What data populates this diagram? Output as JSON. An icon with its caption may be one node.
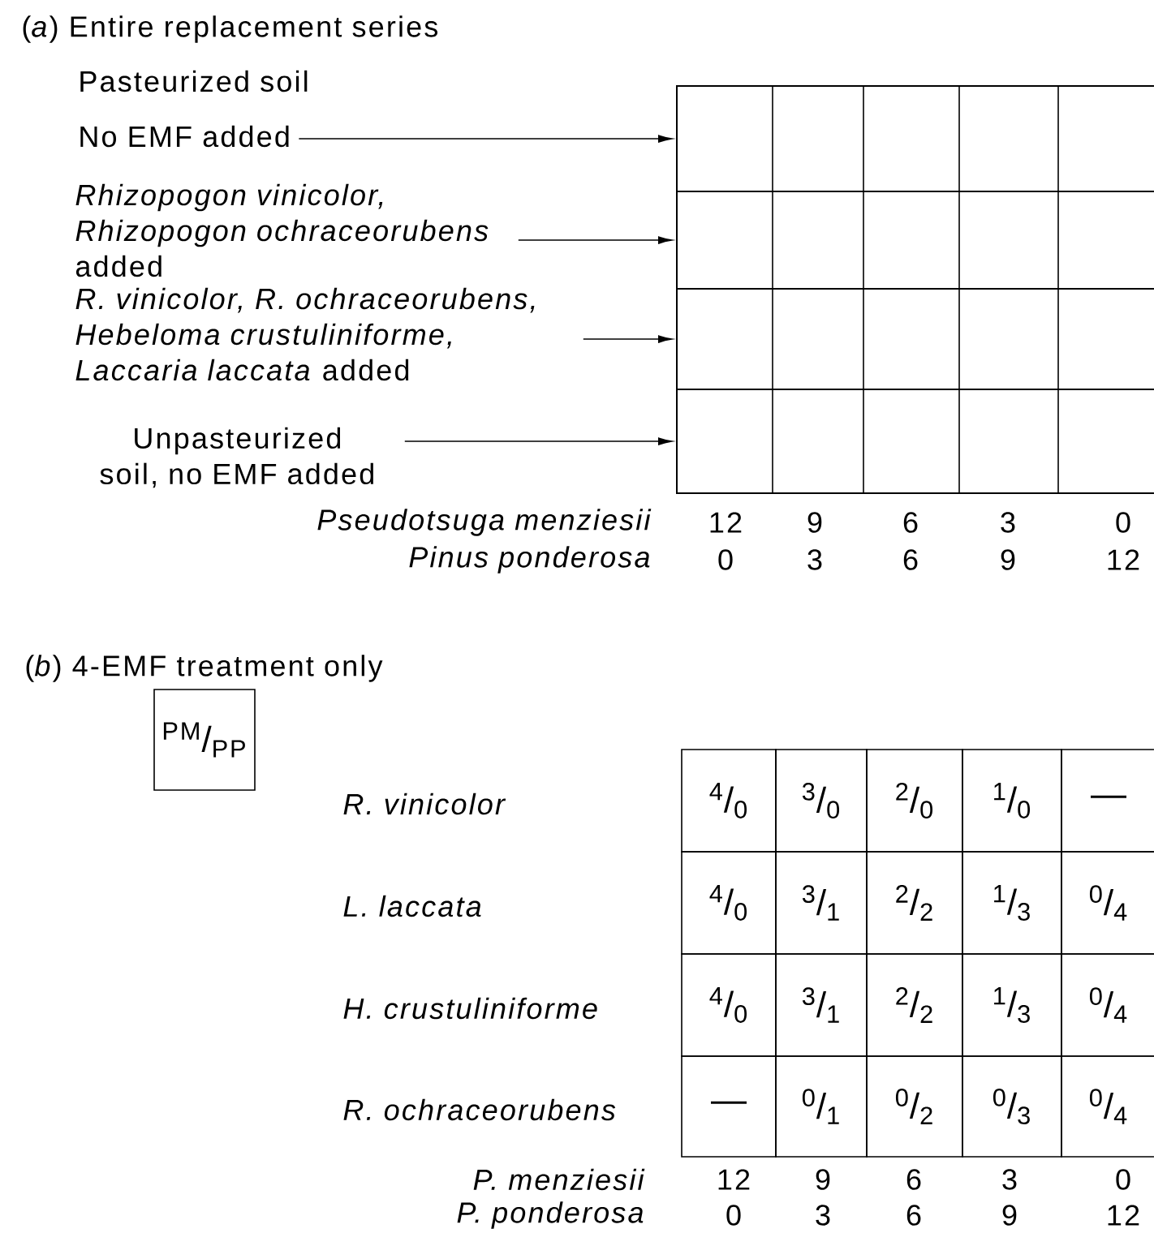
{
  "diagram": {
    "nodes": [
      {
        "text": [
          "No EMF added"
        ]
      },
      {
        "text": [
          "*Rhizopogon vinicolor, Rhizopogon ochraceorubens* added"
        ]
      },
      {
        "text": [
          "*R. vinicolor, R. ochraceorubens, Hebeloma crustuliniforme, Laccaria laccata* added"
        ]
      },
      {
        "text": [
          "Unpasteurized soil, no EMF added"
        ]
      },
      {
        "text": [],
        "shape": "box"
      },
      {
        "text": [],
        "shape": "box"
      },
      {
        "text": [],
        "shape": "box"
      },
      {
        "text": [],
        "shape": "box"
      },
      {
        "text": [
          "$^{PM}$/$_{PP}$"
        ]
      }
    ],
    "edges": [
      {
        "from": 0,
        "to": 4,
        "arrow": "to"
      },
      {
        "from": 1,
        "to": 5,
        "arrow": "to"
      },
      {
        "from": 2,
        "to": 6,
        "arrow": "to"
      },
      {
        "from": 3,
        "to": 7,
        "arrow": "to"
      }
    ],
    "labels": [
      "(*a*) Entire replacement series",
      "Pasteurized soil",
      "Pseudotsuga menziesii",
      "12",
      "9",
      "6",
      "3",
      "0",
      "Pinus ponderosa",
      "0",
      "3",
      "6",
      "9",
      "12",
      "(*b*) 4-EMF treatment only",
      "R. vinicolor",
      "$^{4}$/$_{0}$",
      "$^{3}$/$_{0}$",
      "$^{2}$/$_{0}$",
      "$^{1}$/$_{0}$",
      "—",
      "L. laccata",
      "$^{4}$/$_{0}$",
      "$^{3}$/$_{1}$",
      "$^{2}$/$_{2}$",
      "$^{1}$/$_{3}$",
      "$^{0}$/$_{4}$",
      "H. crustuliniforme",
      "$^{4}$/$_{0}$",
      "$^{3}$/$_{1}$",
      "$^{2}$/$_{2}$",
      "$^{1}$/$_{3}$",
      "$^{0}$/$_{4}$",
      "R. ochraceorubens",
      "—",
      "$^{0}$/$_{1}$",
      "$^{0}$/$_{2}$",
      "$^{0}$/$_{3}$",
      "$^{0}$/$_{4}$",
      "P. menziesii",
      "12",
      "9",
      "6",
      "3",
      "0",
      "P. ponderosa",
      "0",
      "3",
      "6",
      "9",
      "12"
    ]
  }
}
